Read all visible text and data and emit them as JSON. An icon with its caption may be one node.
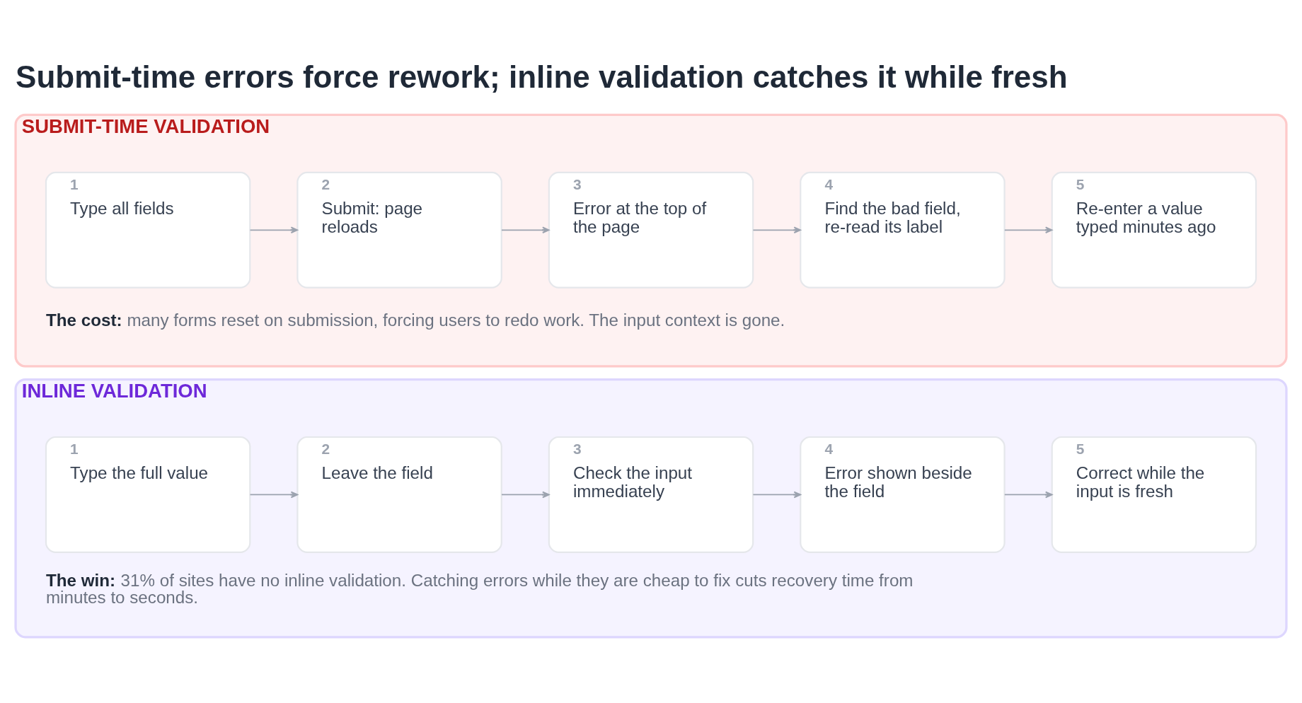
{
  "diagram": {
    "title": "Submit-time errors force rework; inline validation catches it while fresh",
    "nodes": [
      {
        "text": [
          "SUBMIT-TIME VALIDATION",
          "**The cost:** many forms reset on submission, forcing users to redo work. The input context is gone."
        ]
      },
      {
        "text": [
          "1",
          "Type all fields"
        ],
        "in": 0
      },
      {
        "text": [
          "2",
          "Submit: page reloads"
        ],
        "in": 0
      },
      {
        "text": [
          "3",
          "Error at the top of the page"
        ],
        "in": 0
      },
      {
        "text": [
          "4",
          "Find the bad field, re-read its label"
        ],
        "in": 0
      },
      {
        "text": [
          "5",
          "Re-enter a value typed minutes ago"
        ],
        "in": 0
      },
      {
        "text": [
          "INLINE VALIDATION",
          "**The win:** 31% of sites have no inline validation. Catching errors while they are cheap to fix cuts recovery time from minutes to seconds."
        ]
      },
      {
        "text": [
          "1",
          "Type the full value"
        ],
        "in": 6
      },
      {
        "text": [
          "2",
          "Leave the field"
        ],
        "in": 6
      },
      {
        "text": [
          "3",
          "Check the input immediately"
        ],
        "in": 6
      },
      {
        "text": [
          "4",
          "Error shown beside the field"
        ],
        "in": 6
      },
      {
        "text": [
          "5",
          "Correct while the input is fresh"
        ],
        "in": 6
      }
    ],
    "edges": [
      {
        "from": 1,
        "to": 2,
        "arrow": "to"
      },
      {
        "from": 2,
        "to": 3,
        "arrow": "to"
      },
      {
        "from": 3,
        "to": 4,
        "arrow": "to"
      },
      {
        "from": 4,
        "to": 5,
        "arrow": "to"
      },
      {
        "from": 7,
        "to": 8,
        "arrow": "to"
      },
      {
        "from": 8,
        "to": 9,
        "arrow": "to"
      },
      {
        "from": 9,
        "to": 10,
        "arrow": "to"
      },
      {
        "from": 10,
        "to": 11,
        "arrow": "to"
      }
    ]
  }
}
